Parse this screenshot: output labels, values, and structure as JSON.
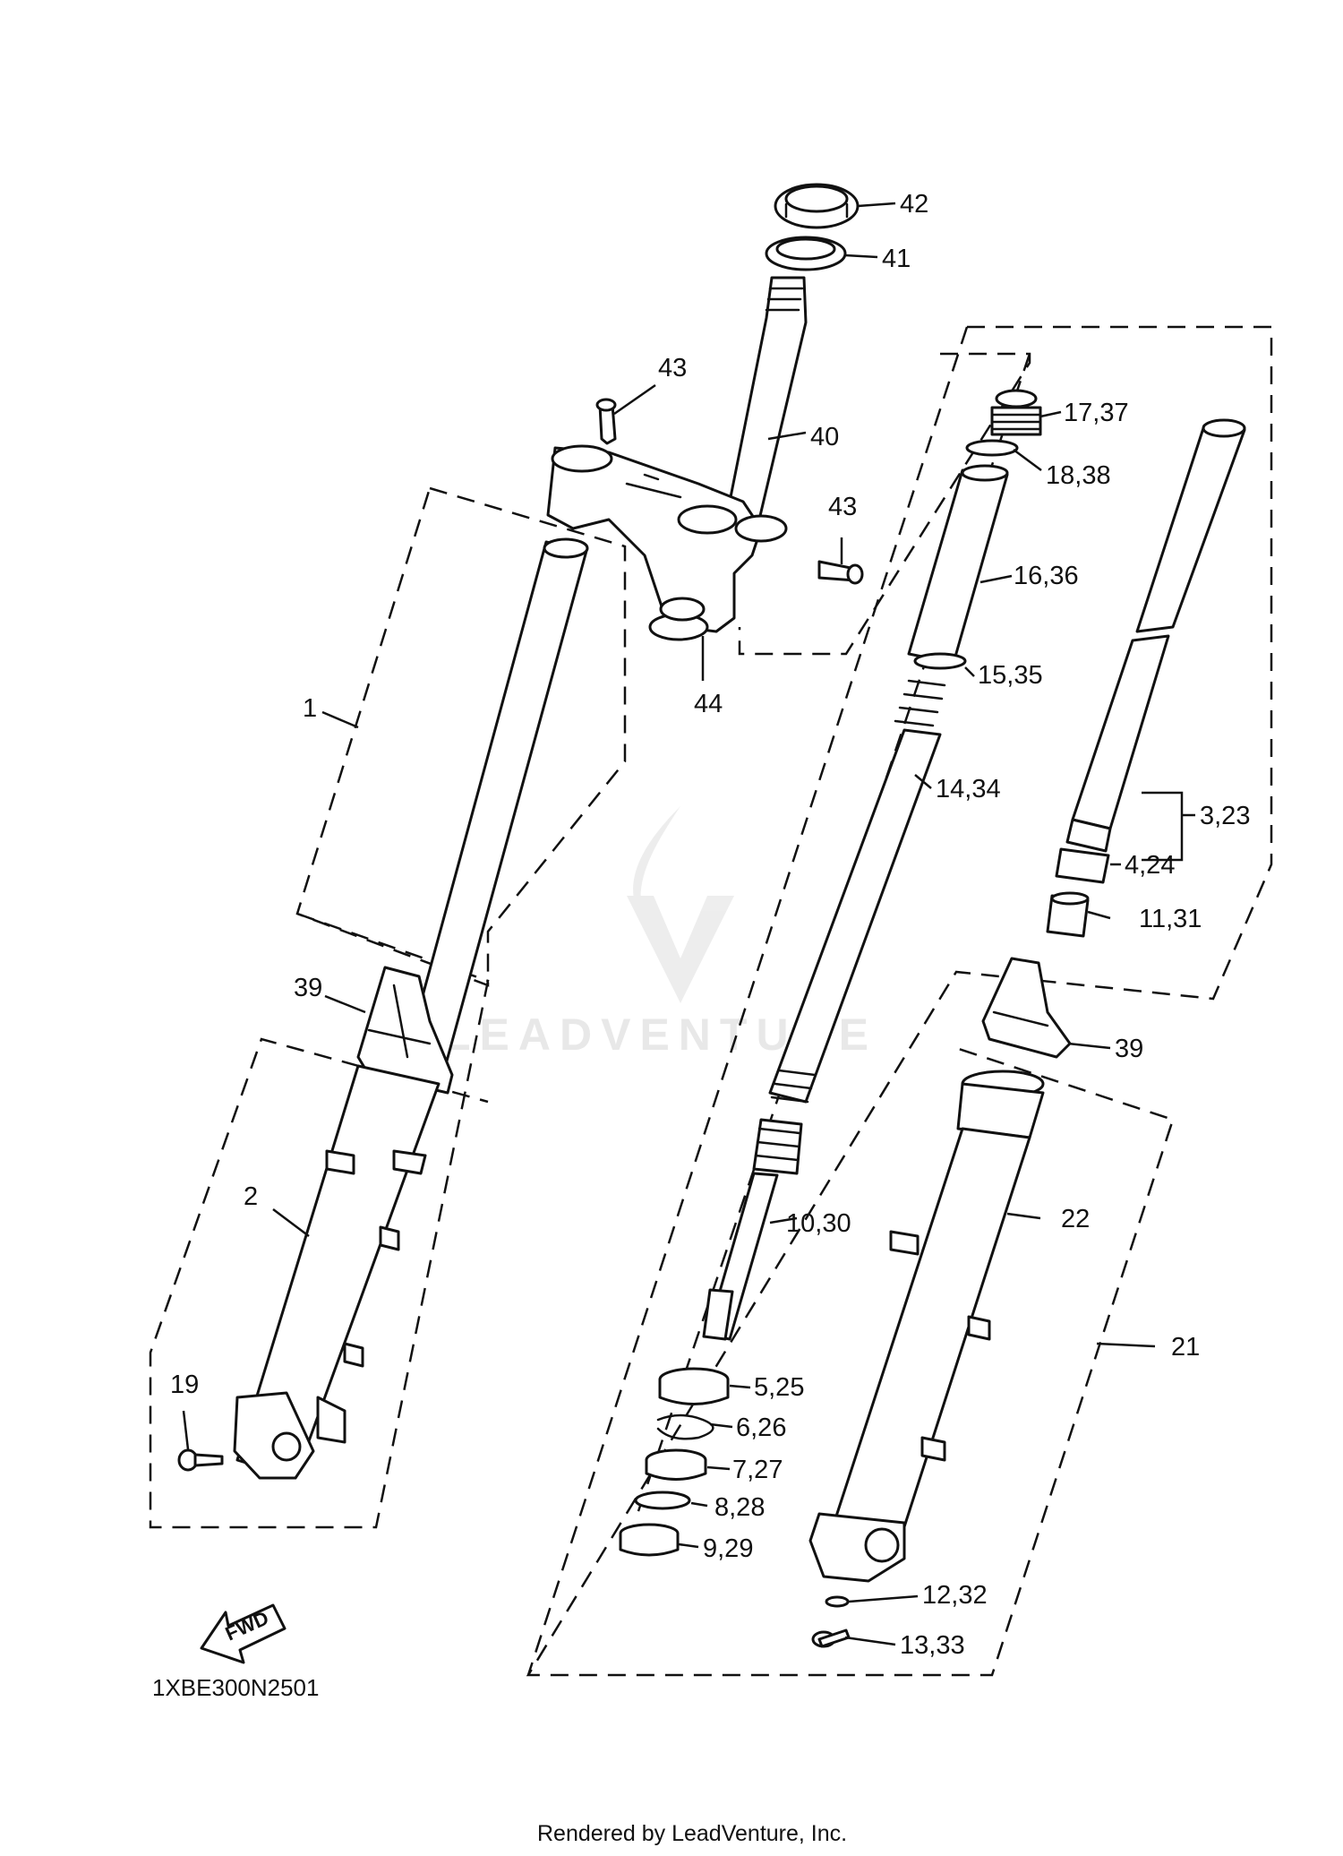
{
  "diagram": {
    "callouts": [
      {
        "id": "c42",
        "text": "42"
      },
      {
        "id": "c41",
        "text": "41"
      },
      {
        "id": "c43a",
        "text": "43"
      },
      {
        "id": "c40",
        "text": "40"
      },
      {
        "id": "c43b",
        "text": "43"
      },
      {
        "id": "c44",
        "text": "44"
      },
      {
        "id": "c1",
        "text": "1"
      },
      {
        "id": "c17",
        "text": "17,37"
      },
      {
        "id": "c18",
        "text": "18,38"
      },
      {
        "id": "c16",
        "text": "16,36"
      },
      {
        "id": "c15",
        "text": "15,35"
      },
      {
        "id": "c14",
        "text": "14,34"
      },
      {
        "id": "c3",
        "text": "3,23"
      },
      {
        "id": "c4",
        "text": "4,24"
      },
      {
        "id": "c11",
        "text": "11,31"
      },
      {
        "id": "c39a",
        "text": "39"
      },
      {
        "id": "c39b",
        "text": "39"
      },
      {
        "id": "c2",
        "text": "2"
      },
      {
        "id": "c22",
        "text": "22"
      },
      {
        "id": "c10",
        "text": "10,30"
      },
      {
        "id": "c21",
        "text": "21"
      },
      {
        "id": "c19",
        "text": "19"
      },
      {
        "id": "c5",
        "text": "5,25"
      },
      {
        "id": "c6",
        "text": "6,26"
      },
      {
        "id": "c7",
        "text": "7,27"
      },
      {
        "id": "c8",
        "text": "8,28"
      },
      {
        "id": "c9",
        "text": "9,29"
      },
      {
        "id": "c12",
        "text": "12,32"
      },
      {
        "id": "c13",
        "text": "13,33"
      }
    ],
    "fwd_label": "FWD",
    "diagram_code": "1XBE300N2501",
    "watermark": "LEADVENTURE",
    "credit": "Rendered by LeadVenture, Inc."
  }
}
